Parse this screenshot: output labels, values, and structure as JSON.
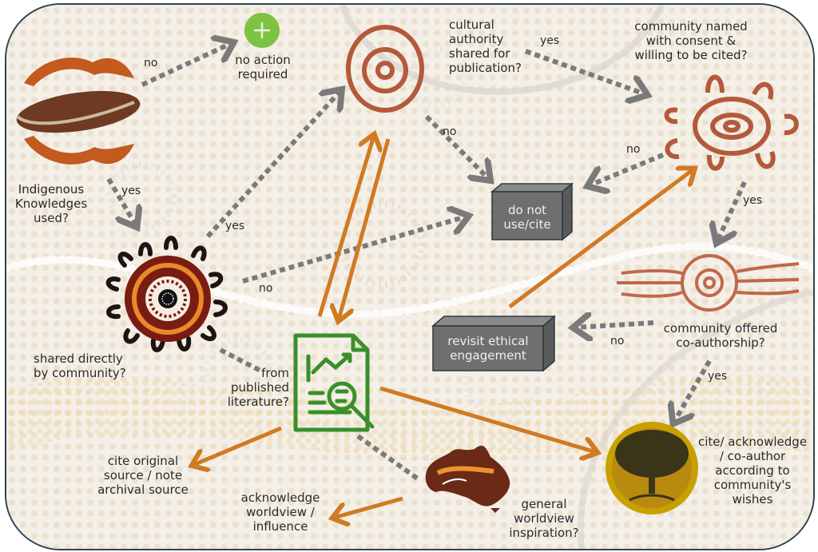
{
  "diagram": {
    "nodes": {
      "indigenous_knowledges": {
        "label": "Indigenous\nKnowledges\nused?",
        "icon": "boomerang-coolamon-icon"
      },
      "no_action": {
        "label": "no action\nrequired",
        "icon": "green-plus-circle-icon"
      },
      "cultural_authority": {
        "label": "cultural\nauthority\nshared for\npublication?",
        "icon": "concentric-circles-icon"
      },
      "community_named": {
        "label": "community named\nwith consent &\nwilling to be cited?",
        "icon": "meeting-place-symbol-icon"
      },
      "do_not_use": {
        "label": "do not\nuse/cite",
        "icon": "grey-box-icon"
      },
      "shared_directly": {
        "label": "shared directly\nby community?",
        "icon": "dot-painting-sun-icon"
      },
      "co_authorship": {
        "label": "community offered\nco-authorship?",
        "icon": "waterhole-lines-icon"
      },
      "revisit": {
        "label": "revisit ethical\nengagement",
        "icon": "grey-box-icon"
      },
      "published_literature": {
        "label": "from\npublished\nliterature?",
        "icon": "document-search-icon"
      },
      "cite_original": {
        "label": "cite original\nsource / note\narchival source"
      },
      "acknowledge_worldview": {
        "label": "acknowledge\nworldview /\ninfluence"
      },
      "general_worldview": {
        "label": "general\nworldview\ninspiration?",
        "icon": "australia-map-icon"
      },
      "cite_acknowledge": {
        "label": "cite/ acknowledge\n/ co-author\naccording to\ncommunity's\nwishes",
        "icon": "tree-medallion-icon"
      }
    },
    "edge_labels": {
      "ik_no": "no",
      "ik_yes": "yes",
      "shared_yes": "yes",
      "shared_no": "no",
      "authority_yes": "yes",
      "authority_no": "no",
      "named_no": "no",
      "named_yes": "yes",
      "coauth_no": "no",
      "coauth_yes": "yes"
    },
    "colors": {
      "dotted_arrow": "#7a7a7a",
      "solid_arrow": "#d07a22",
      "box_fill": "#6f6f6f",
      "box_border": "#2a3a40",
      "symbol_brown": "#b4593a",
      "doc_green": "#3a8f2a",
      "frame_border": "#2e4550"
    }
  }
}
